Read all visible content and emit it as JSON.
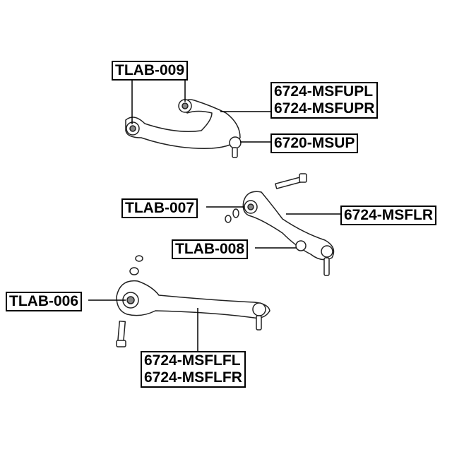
{
  "labels": {
    "tlab_009": "TLAB-009",
    "msfupl": "6724-MSFUPL",
    "msfupr": "6724-MSFUPR",
    "msup": "6720-MSUP",
    "tlab_007": "TLAB-007",
    "msflr": "6724-MSFLR",
    "tlab_008": "TLAB-008",
    "tlab_006": "TLAB-006",
    "msflfl": "6724-MSFLFL",
    "msflfr": "6724-MSFLFR"
  }
}
